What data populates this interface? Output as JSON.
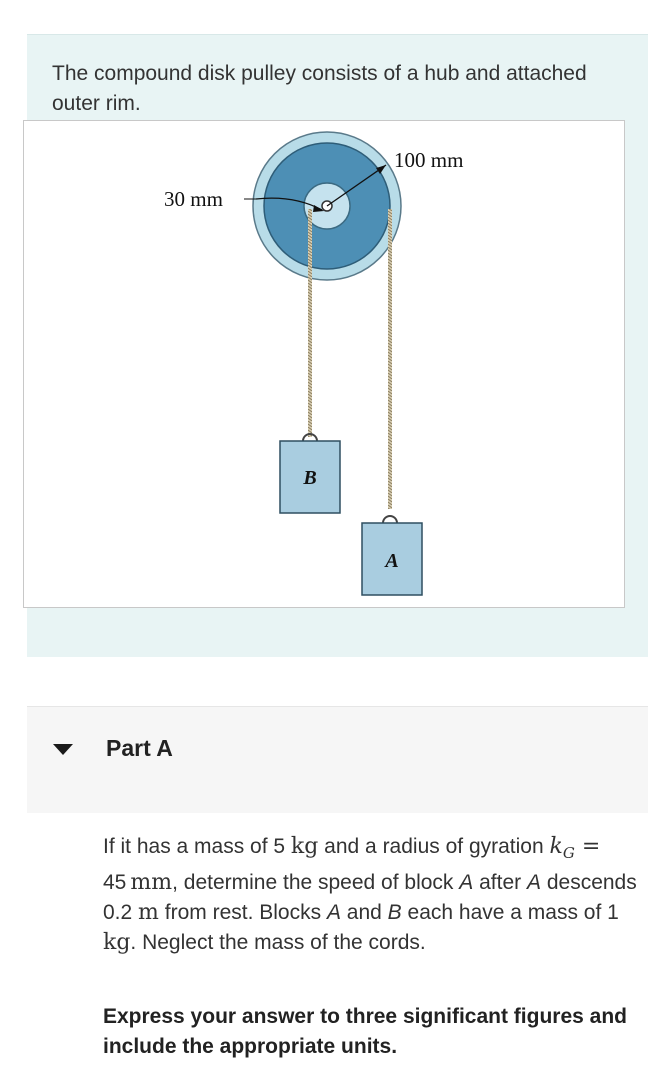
{
  "intro": {
    "text": "The compound disk pulley consists of a hub and attached outer rim."
  },
  "figure": {
    "outer_radius_label": "100 mm",
    "hub_radius_label": "30 mm",
    "block_b_label": "B",
    "block_a_label": "A"
  },
  "part": {
    "title": "Part A"
  },
  "question": {
    "t1": "If it has a mass of 5 ",
    "kg1": "kg",
    "t2": " and a radius of gyration ",
    "k": "k",
    "sub": "G",
    "eq": " = ",
    "val": "45",
    "mm": "mm",
    "t3": ", determine the speed of block ",
    "A1": "A",
    "t4": " after ",
    "A2": "A",
    "t5": " descends 0.2 ",
    "m": "m",
    "t6": " from rest. Blocks ",
    "A3": "A",
    "t7": " and ",
    "B1": "B",
    "t8": " each have a mass of 1 ",
    "kg2": "kg",
    "t9": ". Neglect the mass of the cords."
  },
  "instructions": {
    "text": "Express your answer to three significant figures and include the appropriate units."
  }
}
